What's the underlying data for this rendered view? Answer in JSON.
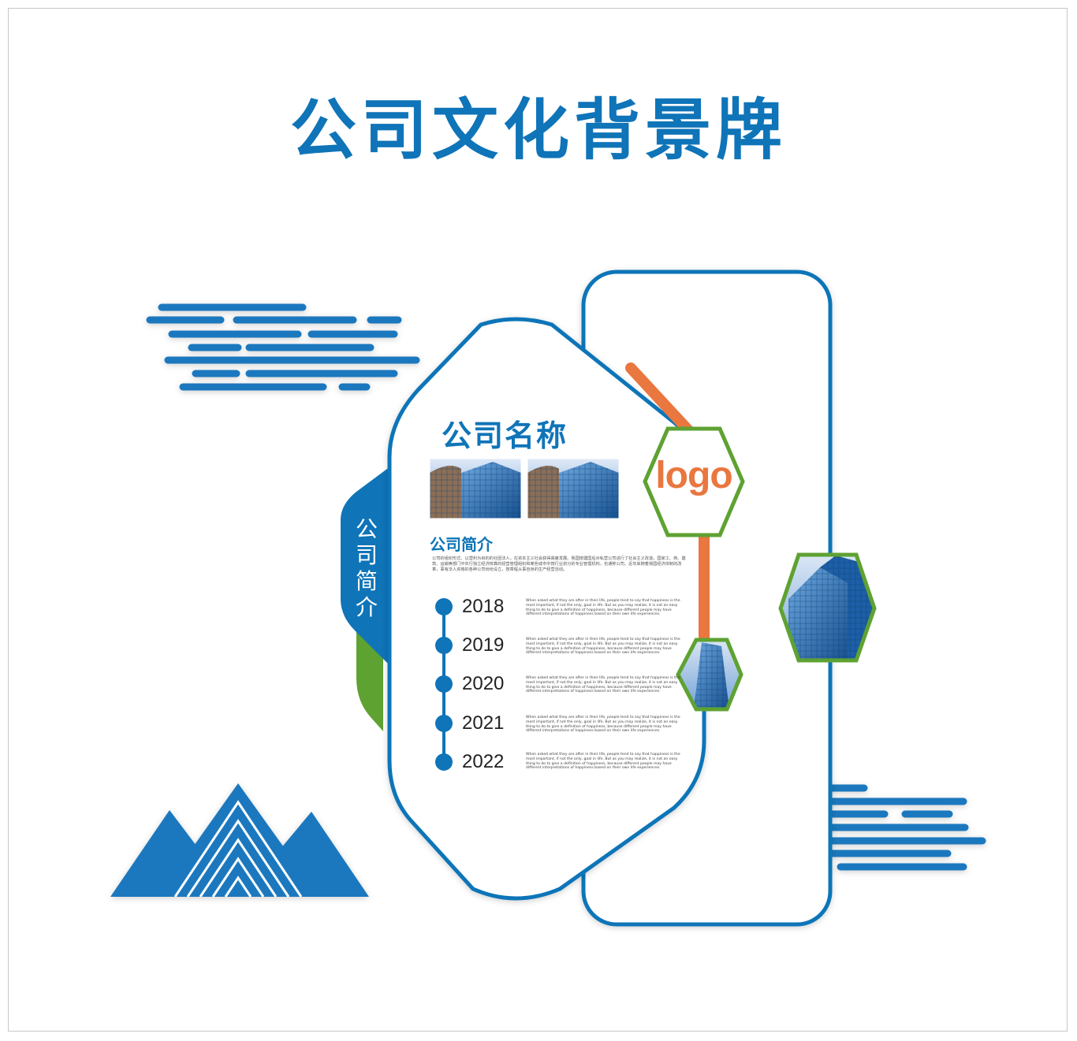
{
  "title": "公司文化背景牌",
  "company_name": "公司名称",
  "side_label": "公司简介",
  "logo_text": "logo",
  "intro": {
    "heading": "公司简介",
    "text": "公司的组织形式、以营利为目的的社团法人，在资本主义社会获得高度发展。我国按建国后对私营公司进行了社会主义改造，国家工、商、建筑、运输等部门中实行独立经济核算的经营管理组织和某些城市中按行业划分的专业管理机构，也通称公司。近年来随着我国经济体制的改革，事有法人资格的各种公司纷纷设立，按章程从事自身的生产经营活动。"
  },
  "timeline": [
    {
      "year": "2018",
      "text": "When asked what they are after in their life, people tend to say that happiness is the most important, if not the only, goal in life. But as you may realize, it is not an easy thing to do to give a definition of happiness, because different people may have different interpretations of happiness based on their own life experiences."
    },
    {
      "year": "2019",
      "text": "When asked what they are after in their life, people tend to say that happiness is the most important, if not the only, goal in life. But as you may realize, it is not an easy thing to do to give a definition of happiness, because different people may have different interpretations of happiness based on their own life experiences."
    },
    {
      "year": "2020",
      "text": "When asked what they are after in their life, people tend to say that happiness is the most important, if not the only, goal in life. But as you may realize, it is not an easy thing to do to give a definition of happiness, because different people may have different interpretations of happiness based on their own life experiences."
    },
    {
      "year": "2021",
      "text": "When asked what they are after in their life, people tend to say that happiness is the most important, if not the only, goal in life. But as you may realize, it is not an easy thing to do to give a definition of happiness, because different people may have different interpretations of happiness based on their own life experiences."
    },
    {
      "year": "2022",
      "text": "When asked what they are after in their life, people tend to say that happiness is the most important, if not the only, goal in life. But as you may realize, it is not an easy thing to do to give a definition of happiness, because different people may have different interpretations of happiness based on their own life experiences."
    }
  ],
  "colors": {
    "blue": "#0f74b8",
    "green": "#5ea232",
    "orange": "#e9773f"
  },
  "icons": [
    "cloud-lines-icon",
    "mountain-icon",
    "building-photo"
  ]
}
